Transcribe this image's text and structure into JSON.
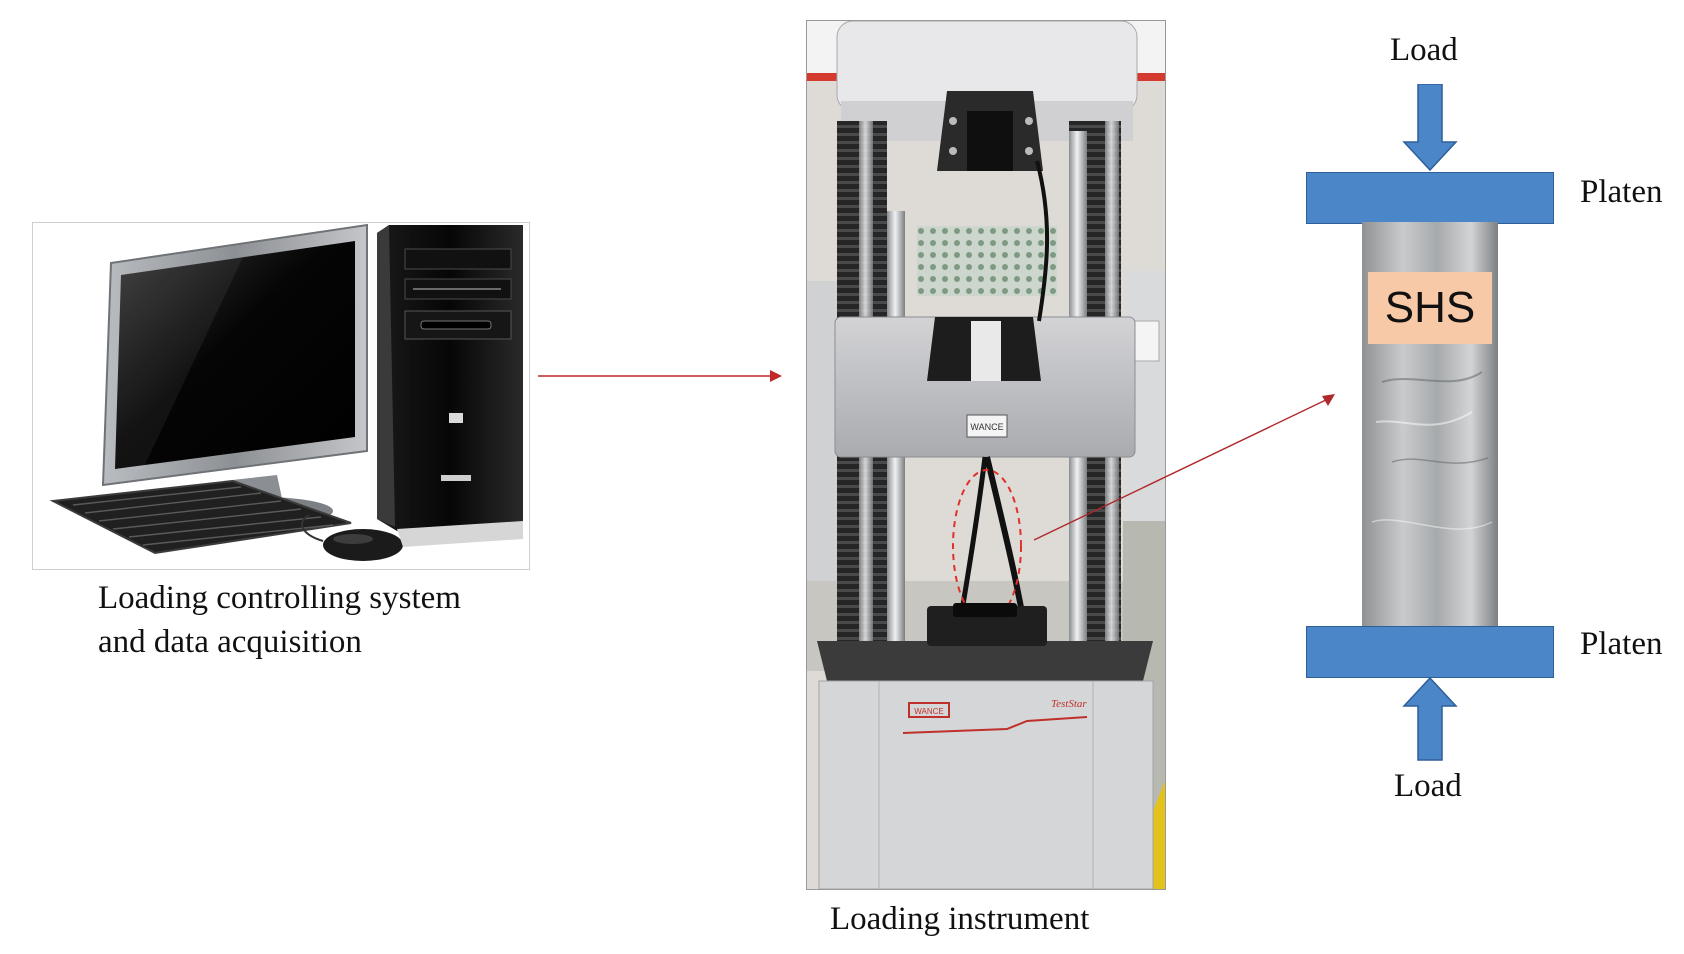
{
  "left_panel": {
    "caption_line1": "Loading controlling system",
    "caption_line2": "and data acquisition",
    "icon": "computer-workstation-icon"
  },
  "middle_panel": {
    "caption": "Loading instrument",
    "machine_brand": "WANCE",
    "machine_model": "TestStar",
    "highlight_color": "#e0302a"
  },
  "right_panel": {
    "load_top": "Load",
    "load_bottom": "Load",
    "platen_top": "Platen",
    "platen_bottom": "Platen",
    "specimen_label": "SHS",
    "platen_color": "#4a86c8",
    "specimen_label_bg": "#f8c9a6"
  },
  "connector_color": "#c0282a"
}
